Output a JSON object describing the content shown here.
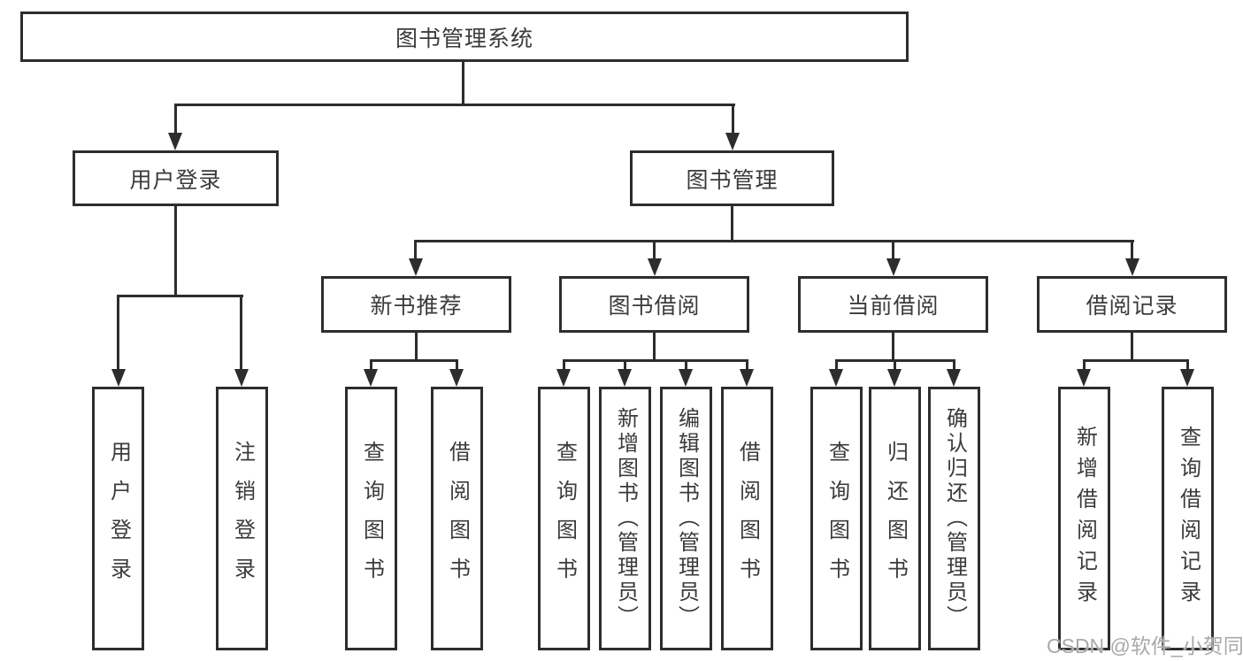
{
  "diagram": {
    "root": {
      "label": "图书管理系统"
    },
    "branches": [
      {
        "label": "用户登录",
        "children": [
          {
            "label": "用户登录"
          },
          {
            "label": "注销登录"
          }
        ]
      },
      {
        "label": "图书管理",
        "groups": [
          {
            "label": "新书推荐",
            "children": [
              {
                "label": "查询图书"
              },
              {
                "label": "借阅图书"
              }
            ]
          },
          {
            "label": "图书借阅",
            "children": [
              {
                "label": "查询图书"
              },
              {
                "label": "新增图书（管理员）"
              },
              {
                "label": "编辑图书（管理员）"
              },
              {
                "label": "借阅图书"
              }
            ]
          },
          {
            "label": "当前借阅",
            "children": [
              {
                "label": "查询图书"
              },
              {
                "label": "归还图书"
              },
              {
                "label": "确认归还（管理员）"
              }
            ]
          },
          {
            "label": "借阅记录",
            "children": [
              {
                "label": "新增借阅记录"
              },
              {
                "label": "查询借阅记录"
              }
            ]
          }
        ]
      }
    ],
    "watermark": {
      "text": "CSDN @软件_小贺同学"
    },
    "colors": {
      "line": "#2d2d2d",
      "text": "#3b3b3b",
      "background": "#ffffff",
      "watermark": "#a9a9a9"
    }
  }
}
